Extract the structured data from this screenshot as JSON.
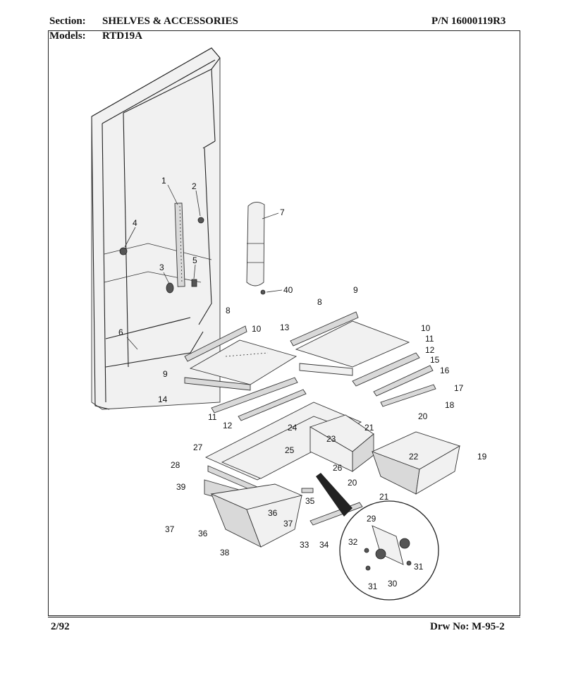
{
  "header": {
    "section_label": "Section:",
    "section_title": "SHELVES & ACCESSORIES",
    "part_number": "P/N 16000119R3",
    "models_label": "Models:",
    "models_value": "RTD19A"
  },
  "footer": {
    "date": "2/92",
    "drawing_number": "Drw No: M-95-2"
  },
  "callouts": [
    "1",
    "2",
    "3",
    "4",
    "5",
    "6",
    "7",
    "8",
    "9",
    "10",
    "11",
    "12",
    "13",
    "14",
    "15",
    "16",
    "17",
    "18",
    "19",
    "20",
    "21",
    "22",
    "23",
    "24",
    "25",
    "26",
    "27",
    "28",
    "29",
    "30",
    "31",
    "32",
    "33",
    "34",
    "35",
    "36",
    "37",
    "38",
    "39",
    "40"
  ],
  "extra_callouts": [
    "8",
    "9",
    "10",
    "11",
    "12",
    "9",
    "11",
    "12",
    "20",
    "21",
    "31",
    "36",
    "37"
  ]
}
